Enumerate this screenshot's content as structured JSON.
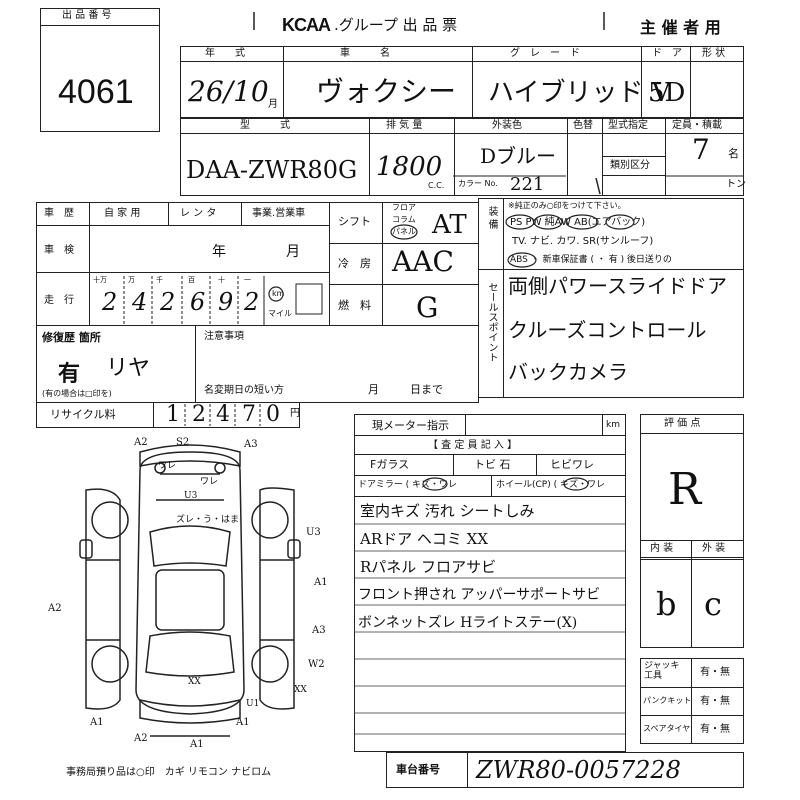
{
  "header": {
    "lot_label": "出 品 番 号",
    "lot_number": "4061",
    "org_logo": "KCAA",
    "title": ".グループ  出 品 票",
    "host": "主 催 者 用"
  },
  "vehicle": {
    "year_label": "年　　式",
    "year_value": "26/10",
    "year_suffix": "月",
    "name_label": "車　　　名",
    "name_value": "ヴォクシー",
    "grade_label": "グ　レ　ー　ド",
    "grade_value": "ハイブリッド V",
    "door_label": "ド　ア",
    "door_value": "5D",
    "shape_label": "形 状",
    "model_label": "型　　　式",
    "model_value": "DAA-ZWR80G",
    "displacement_label": "排 気 量",
    "displacement_value": "1800",
    "displacement_unit": "C.C.",
    "color_label": "外装色",
    "color_value": "Dブルー",
    "color_change_label": "色替",
    "color_no_label": "カラー No.",
    "color_no_value": "221",
    "type_spec_label": "型式指定",
    "class_label": "類別区分",
    "capacity_label": "定員・積載",
    "capacity_value": "7",
    "capacity_unit": "名",
    "ton_unit": "トン"
  },
  "history": {
    "history_label": "車　歴",
    "private": "自 家 用",
    "rental": "レ ン タ",
    "business": "事業.営業車",
    "inspection_label": "車　検",
    "year_word": "年",
    "month_word": "月",
    "mileage_label": "走　行",
    "mileage_digits": [
      "2",
      "4",
      "2",
      "6",
      "9",
      "2"
    ],
    "mileage_units": [
      "十万",
      "万",
      "千",
      "百",
      "十",
      "一"
    ],
    "km_label": "km",
    "mile_label": "マイル",
    "repair_label": "修復歴 箇所",
    "repair_value": "有",
    "repair_part": "リヤ",
    "repair_note": "(有の場合は□印を)",
    "notes_label": "注意事項",
    "name_change_label": "名変期日の短い方",
    "name_change_month": "月",
    "name_change_day": "日まで",
    "recycle_label": "リサイクル料",
    "recycle_digits": [
      "1",
      "2",
      "4",
      "7",
      "0"
    ],
    "yen": "円"
  },
  "options": {
    "shift_label": "シフト",
    "floor": "フロア",
    "column": "コラム",
    "panel": "パネル",
    "shift_value": "AT",
    "ac_label": "冷　房",
    "ac_value": "AAC",
    "fuel_label": "燃　料",
    "fuel_value": "G",
    "equipment_label": "装 備",
    "equip_note": "※純正のみ○印をつけて下さい。",
    "equip_row1": "PS  PW  純AW  AB(エアバック)",
    "equip_row2": "TV. ナビ. カワ. SR(サンルーフ)",
    "equip_row3": "ABS ・ 新車保証書 ( ・ 有 )  後日送りの",
    "sales_point_label": "セールスポイント",
    "sales_points": [
      "両側パワースライドドア",
      "クルーズコントロール",
      "バックカメラ"
    ]
  },
  "inspection": {
    "meter_label": "現メーター指示",
    "meter_unit": "km",
    "inspector_label": "【 査 定 員 記 入 】",
    "glass_label": "Fガラス",
    "glass_tobi": "トビ 石",
    "glass_hibi": "ヒビワレ",
    "mirror_label": "ドアミラー ( キズ・ワレ",
    "wheel_label": "ホイール(CP) ( キズ・ワレ",
    "comments": [
      "室内キズ 汚れ シートしみ",
      "ARドア ヘコミ XX",
      "Rパネル フロアサビ",
      "フロント押され アッパーサポートサビ",
      "ボンネットズレ Hライトステー(X)"
    ],
    "grade_label": "評 価 点",
    "grade_value": "R",
    "interior_label": "内 装",
    "exterior_label": "外 装",
    "interior_value": "b",
    "exterior_value": "c",
    "jack_label": "ジャッキ 工具",
    "puncture_label": "パンクキット",
    "spare_label": "スペアタイヤ",
    "yes_no": "有・無"
  },
  "diagram": {
    "marks": [
      "A2",
      "S2",
      "ワレ",
      "A3",
      "ワレ",
      "U3",
      "ズレ・う・はま",
      "U3",
      "A1",
      "A2",
      "A3",
      "W2",
      "XX",
      "XX",
      "A1",
      "A2",
      "A1",
      "A1",
      "U1"
    ]
  },
  "footer": {
    "office_note": "事務局預り品は○印　カギ リモコン ナビロム",
    "chassis_label": "車台番号",
    "chassis_value": "ZWR80-0057228"
  }
}
